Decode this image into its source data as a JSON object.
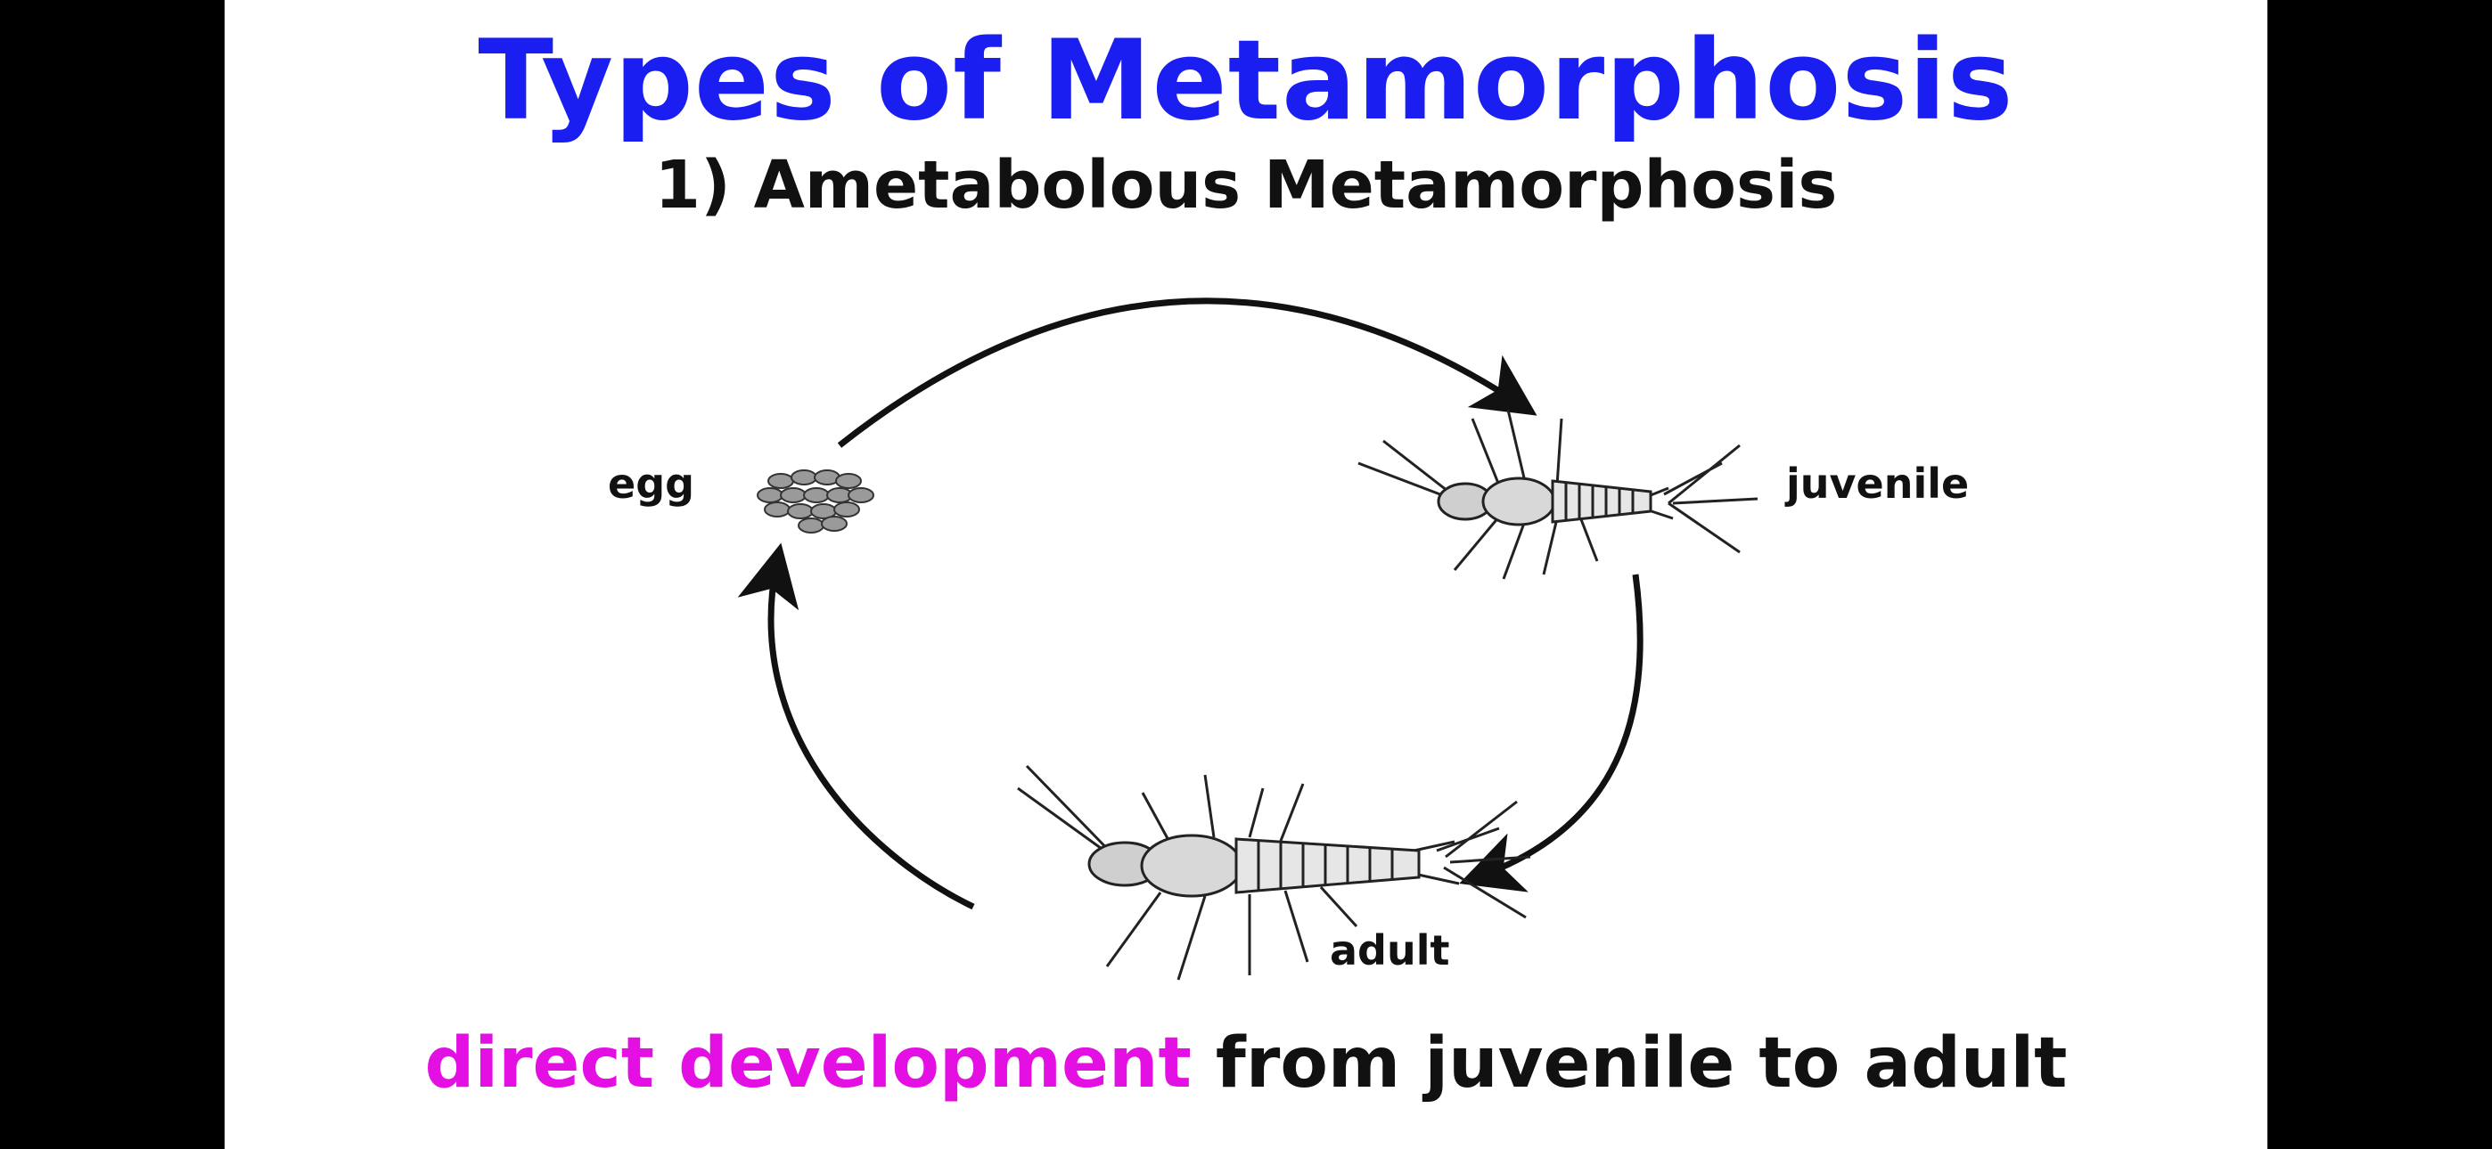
{
  "title": "Types of Metamorphosis",
  "subtitle": "1) Ametabolous Metamorphosis",
  "labels": {
    "egg": "egg",
    "juvenile": "juvenile",
    "adult": "adult"
  },
  "caption": {
    "highlight": "direct development",
    "rest": "from juvenile to adult"
  },
  "colors": {
    "title": "#1a1ef0",
    "highlight": "#e30fe3",
    "text": "#111111",
    "background": "#ffffff",
    "letterbox": "#000000"
  }
}
